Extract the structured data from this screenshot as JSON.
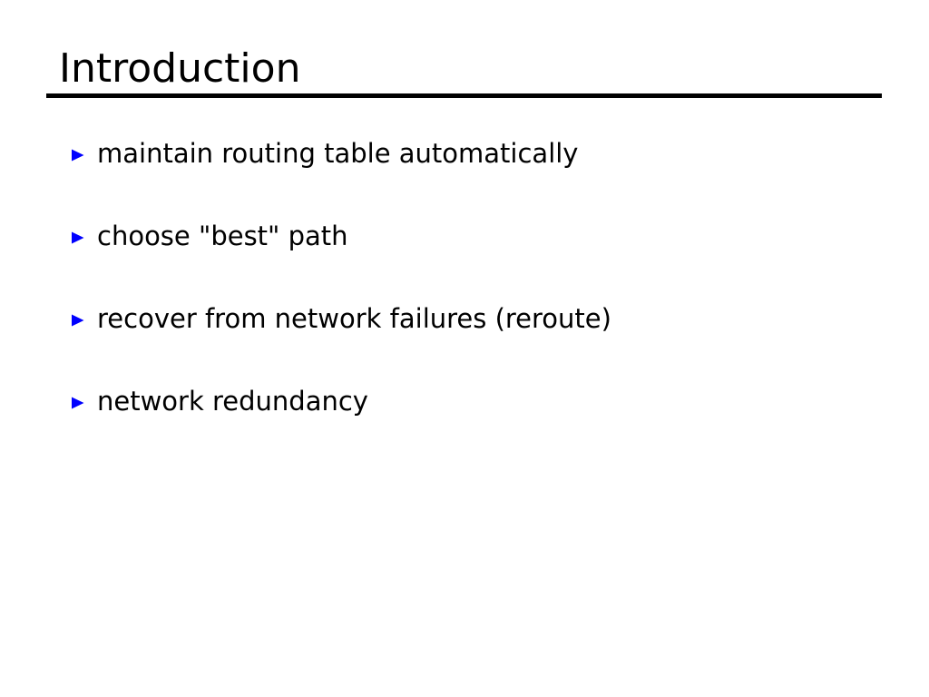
{
  "slide": {
    "title": "Introduction",
    "background_color": "#ffffff",
    "title_color": "#000000",
    "rule_color": "#000000",
    "bullet_marker_color": "#0000ff",
    "bullet_text_color": "#000000",
    "bullet_marker_icon": "triangle-right-icon",
    "bullets": [
      {
        "text": "maintain routing table automatically"
      },
      {
        "text": "choose \"best\" path"
      },
      {
        "text": "recover from network failures (reroute)"
      },
      {
        "text": "network redundancy"
      }
    ]
  }
}
